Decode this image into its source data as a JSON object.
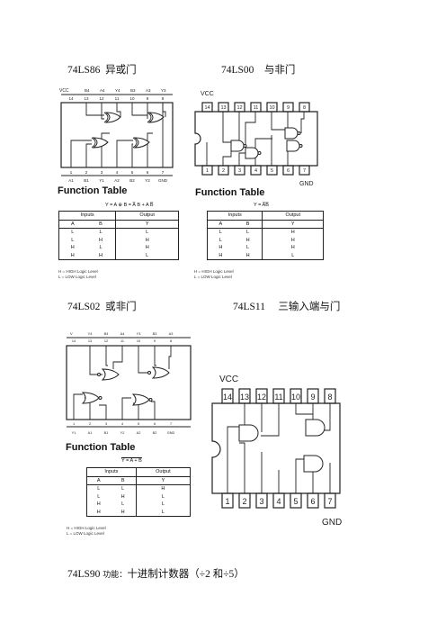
{
  "sections": [
    {
      "chip": "74LS86",
      "desc": "异或门"
    },
    {
      "chip": "74LS00",
      "desc": "与非门"
    },
    {
      "chip": "74LS02",
      "desc": "或非门"
    },
    {
      "chip": "74LS11",
      "desc": "三输入端与门"
    },
    {
      "chip": "74LS90",
      "desc_small": "功能：",
      "desc": "十进制计数器（÷2  和÷5）"
    }
  ],
  "ls86": {
    "vcc": "VCC",
    "top_labels": [
      "14",
      "13",
      "12",
      "11",
      "10",
      "9",
      "8"
    ],
    "top_names": [
      "B4",
      "A4",
      "Y4",
      "B3",
      "A3",
      "Y3"
    ],
    "bottom_labels": [
      "1",
      "2",
      "3",
      "4",
      "5",
      "6",
      "7"
    ],
    "bottom_names": [
      "A1",
      "B1",
      "Y1",
      "A2",
      "B2",
      "Y2",
      "GND"
    ],
    "ft_title": "Function Table",
    "equation": "Y = A ⊕ B = A̅ B + A B̅",
    "headers": {
      "inputs": "Inputs",
      "output": "Output",
      "a": "A",
      "b": "B",
      "y": "Y"
    },
    "rows": [
      [
        "L",
        "L",
        "L"
      ],
      [
        "L",
        "H",
        "H"
      ],
      [
        "H",
        "L",
        "H"
      ],
      [
        "H",
        "H",
        "L"
      ]
    ],
    "note_h": "H = HIGH Logic Level",
    "note_l": "L = LOW Logic Level"
  },
  "ls00": {
    "vcc": "VCC",
    "top_labels": [
      "14",
      "13",
      "12",
      "11",
      "10",
      "9",
      "8"
    ],
    "bottom_labels": [
      "1",
      "2",
      "3",
      "4",
      "5",
      "6",
      "7"
    ],
    "gnd": "GND",
    "ft_title": "Function Table",
    "equation": "Y = A̅B̅",
    "headers": {
      "inputs": "Inputs",
      "output": "Output",
      "a": "A",
      "b": "B",
      "y": "Y"
    },
    "rows": [
      [
        "L",
        "L",
        "H"
      ],
      [
        "L",
        "H",
        "H"
      ],
      [
        "H",
        "L",
        "H"
      ],
      [
        "H",
        "H",
        "L"
      ]
    ],
    "note_h": "H = HIGH Logic Level",
    "note_l": "L = LOW Logic Level"
  },
  "ls02": {
    "vcc": "V",
    "top_labels": [
      "14",
      "13",
      "12",
      "11",
      "10",
      "9",
      "8"
    ],
    "top_names": [
      "Y4",
      "B4",
      "A4",
      "Y3",
      "B3",
      "A3"
    ],
    "bottom_labels": [
      "1",
      "2",
      "3",
      "4",
      "5",
      "6",
      "7"
    ],
    "bottom_names": [
      "Y1",
      "A1",
      "B1",
      "Y2",
      "A2",
      "B2",
      "GND"
    ],
    "ft_title": "Function Table",
    "equation": "Y = A + B",
    "headers": {
      "inputs": "Inputs",
      "output": "Output",
      "a": "A",
      "b": "B",
      "y": "Y"
    },
    "rows": [
      [
        "L",
        "L",
        "H"
      ],
      [
        "L",
        "H",
        "L"
      ],
      [
        "H",
        "L",
        "L"
      ],
      [
        "H",
        "H",
        "L"
      ]
    ],
    "note_h": "H = HIGH Logic Level",
    "note_l": "L = LOW Logic Level"
  },
  "ls11": {
    "vcc": "VCC",
    "top_labels": [
      "14",
      "13",
      "12",
      "11",
      "10",
      "9",
      "8"
    ],
    "bottom_labels": [
      "1",
      "2",
      "3",
      "4",
      "5",
      "6",
      "7"
    ],
    "gnd": "GND"
  }
}
